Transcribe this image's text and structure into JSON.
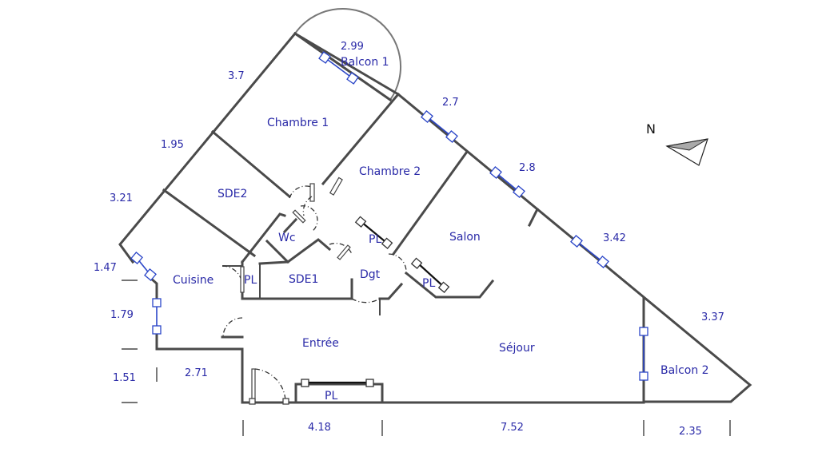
{
  "rooms": {
    "balcon1": "Balcon 1",
    "chambre1": "Chambre 1",
    "chambre2": "Chambre 2",
    "sde2": "SDE2",
    "wc": "Wc",
    "salon": "Salon",
    "cuisine": "Cuisine",
    "pl_cuisine": "PL",
    "sde1": "SDE1",
    "dgt": "Dgt",
    "pl_dgt": "PL",
    "pl_salon": "PL",
    "entree": "Entrée",
    "sejour": "Séjour",
    "balcon2": "Balcon 2",
    "pl_entree": "PL"
  },
  "dimensions": {
    "d_2_99": "2.99",
    "d_3_7": "3.7",
    "d_2_7": "2.7",
    "d_1_95": "1.95",
    "d_2_8": "2.8",
    "d_3_21": "3.21",
    "d_3_42": "3.42",
    "d_1_47": "1.47",
    "d_1_79": "1.79",
    "d_3_37": "3.37",
    "d_1_51": "1.51",
    "d_2_71": "2.71",
    "d_4_18": "4.18",
    "d_7_52": "7.52",
    "d_2_35": "2.35"
  },
  "compass": {
    "label": "N"
  },
  "colors": {
    "text": "#2a2aa8",
    "walls": "#4a4a4a",
    "windows": "#2b46c8"
  }
}
